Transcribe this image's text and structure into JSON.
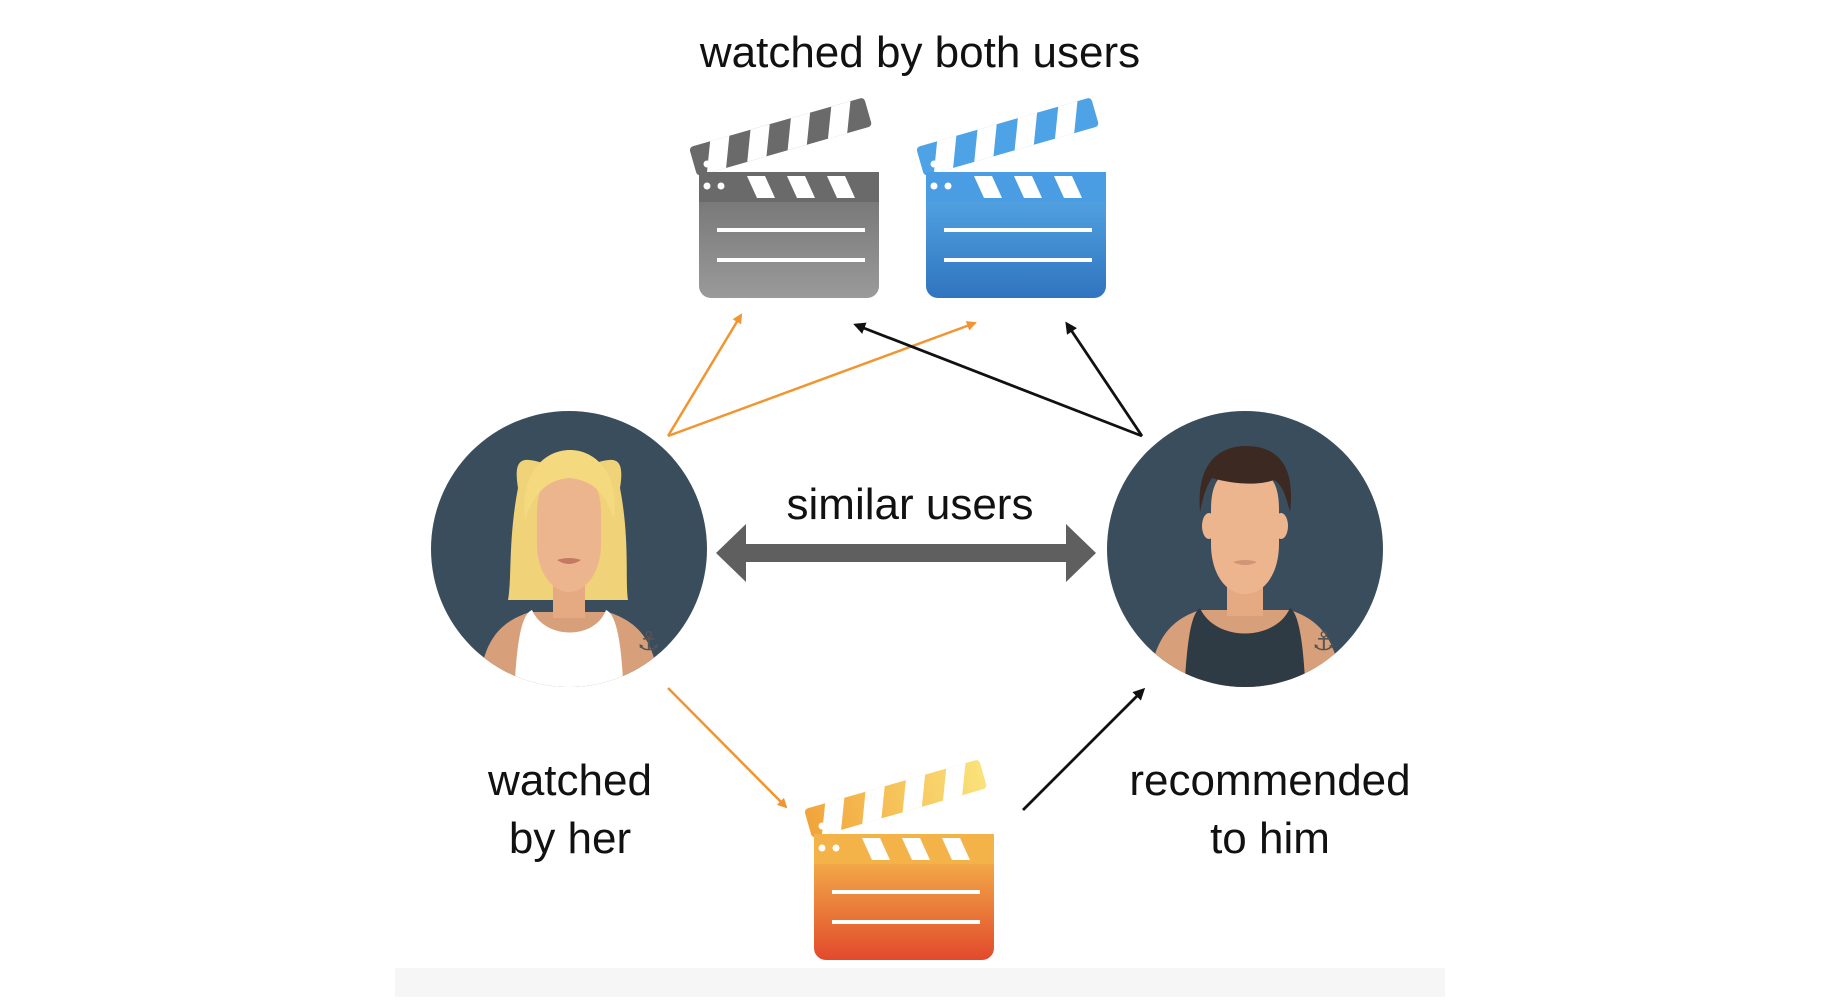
{
  "labels": {
    "top": "watched by both users",
    "similar": "similar users",
    "her_line1": "watched",
    "her_line2": "by her",
    "him_line1": "recommended",
    "him_line2": "to him"
  },
  "colors": {
    "avatar_bg": "#3a4d5c",
    "skin": "#edb58d",
    "blonde_hair": "#f4d97f",
    "dark_hair": "#3c2a22",
    "clapper_gray": "#8a8a8a",
    "clapper_blue": "#3d8fd9",
    "clapper_orange_top": "#f7c44f",
    "clapper_orange_bottom": "#e24a2c",
    "arrow_orange": "#f0952f",
    "arrow_black": "#111111",
    "double_arrow": "#5f5f5f"
  },
  "icons": {
    "top_left": "clapperboard-gray-icon",
    "top_right": "clapperboard-blue-icon",
    "bottom": "clapperboard-orange-icon",
    "user_left": "woman-avatar-icon",
    "user_right": "man-avatar-icon"
  }
}
